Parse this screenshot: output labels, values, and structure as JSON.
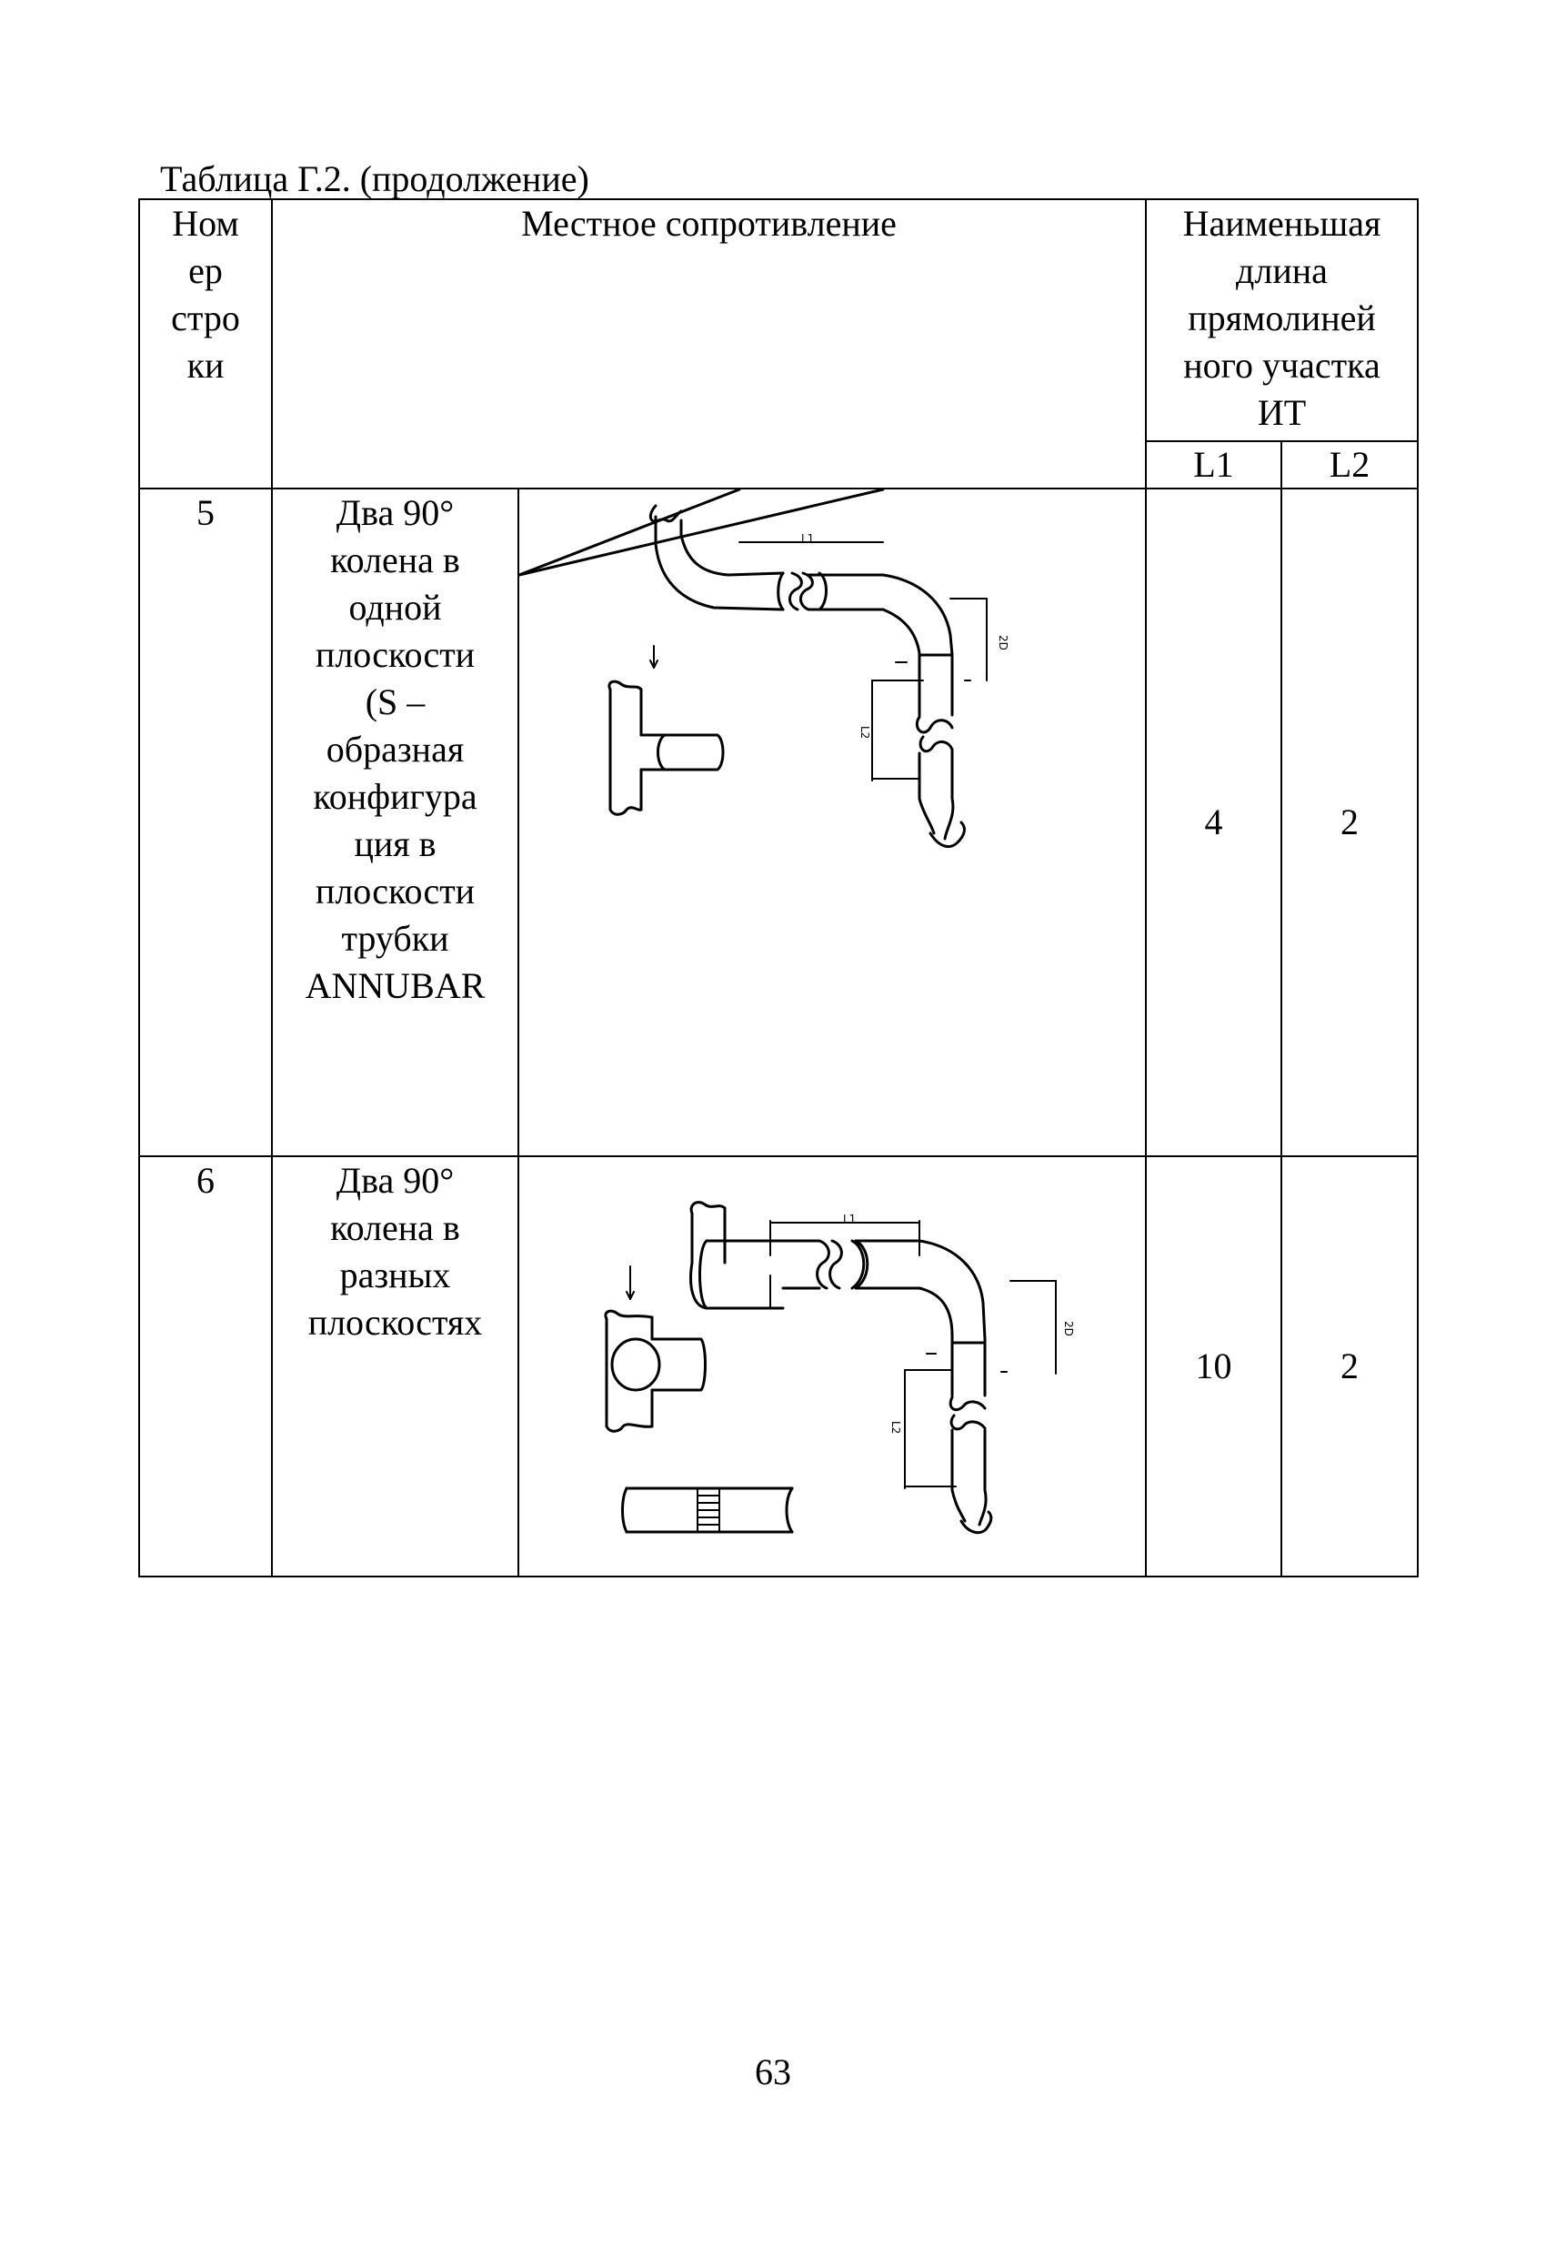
{
  "caption": "Таблица Г.2. (продолжение)",
  "table": {
    "header": {
      "number": "Ном\nер\nстро\nки",
      "resistance": "Местное сопротивление",
      "length": "Наименьшая\nдлина\nпрямолиней\nного участка\nИТ",
      "l1": "L1",
      "l2": "L2"
    },
    "rows": [
      {
        "number": "5",
        "name": "Два 90°\nколена в\nодной\nплоскости\n(S –\nобразная\nконфигура\nция в\nплоскости\nтрубки\nANNUBAR",
        "l1": "4",
        "l2": "2"
      },
      {
        "number": "6",
        "name": "Два 90°\nколена в\nразных\nплоскостях",
        "l1": "10",
        "l2": "2"
      }
    ]
  },
  "page_number": "63"
}
